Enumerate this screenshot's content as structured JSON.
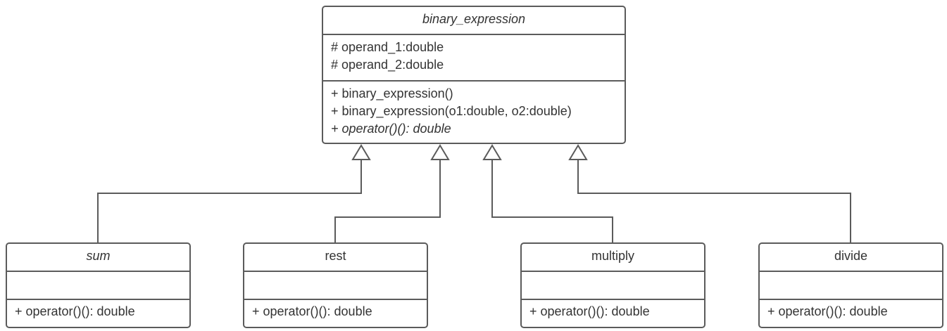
{
  "parent": {
    "name": "binary_expression",
    "attributes": [
      "# operand_1:double",
      "# operand_2:double"
    ],
    "methods": [
      "+ binary_expression()",
      "+ binary_expression(o1:double, o2:double)",
      "+ operator()(): double"
    ]
  },
  "children": [
    {
      "name": "sum",
      "method": "+ operator()(): double"
    },
    {
      "name": "rest",
      "method": "+ operator()(): double"
    },
    {
      "name": "multiply",
      "method": "+ operator()(): double"
    },
    {
      "name": "divide",
      "method": "+ operator()(): double"
    }
  ],
  "colors": {
    "stroke": "#5b5b5b",
    "text": "#333333",
    "background": "#ffffff"
  }
}
